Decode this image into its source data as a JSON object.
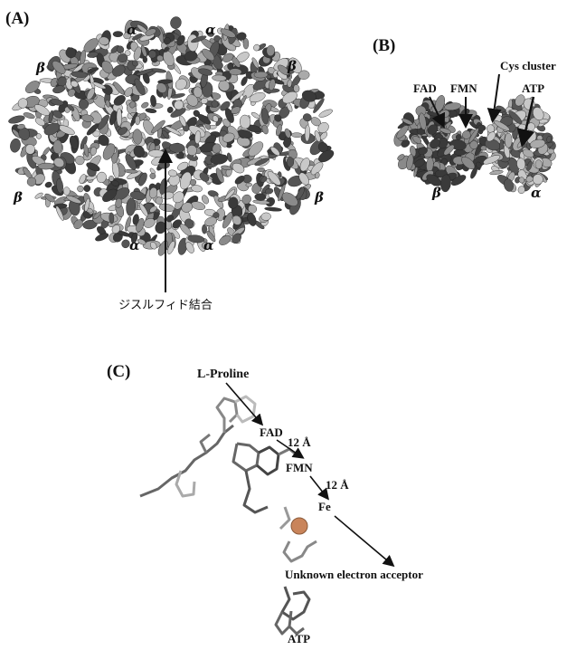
{
  "panels": {
    "a": {
      "label": "(A)",
      "subunits": [
        "α",
        "α",
        "β",
        "β",
        "β",
        "β",
        "α",
        "α"
      ],
      "annotation": "ジスルフィド結合"
    },
    "b": {
      "label": "(B)",
      "sites": [
        "FAD",
        "FMN",
        "Cys cluster",
        "ATP"
      ],
      "subunits": [
        "β",
        "α"
      ]
    },
    "c": {
      "label": "(C)",
      "substrate": "L-Proline",
      "fad": "FAD",
      "fmn": "FMN",
      "fe": "Fe",
      "atp": "ATP",
      "distance1": "12 Å",
      "distance2": "12 Å",
      "acceptor": "Unknown electron acceptor"
    }
  },
  "colors": {
    "dark": "#3a3a3a",
    "mid": "#8a8a8a",
    "light": "#c8c8c8",
    "fe": "#d08a5a"
  }
}
